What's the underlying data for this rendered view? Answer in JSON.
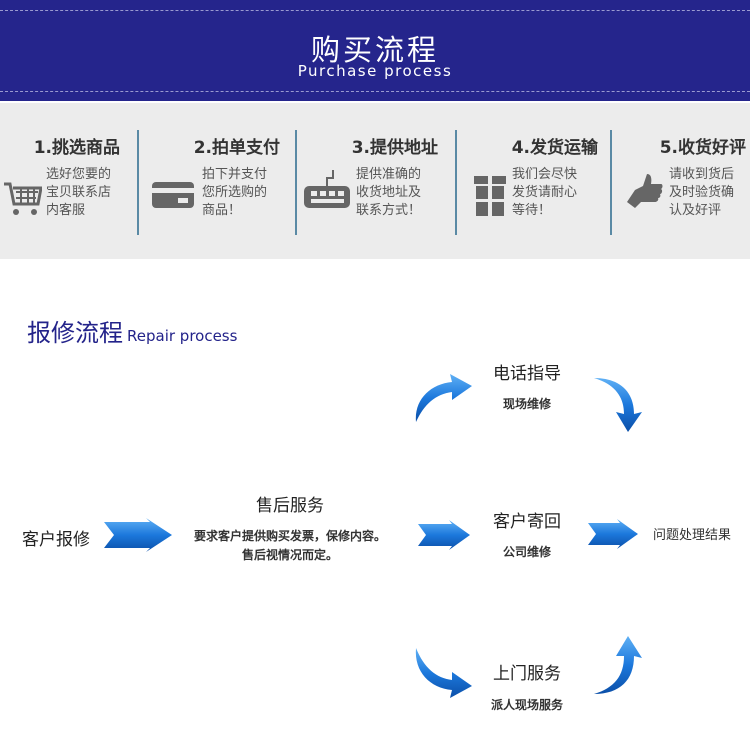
{
  "purchase": {
    "title": "购买流程",
    "subtitle": "Purchase process",
    "steps": [
      {
        "title": "1.挑选商品",
        "desc": [
          "选好您要的",
          "宝贝联系店",
          "内客服"
        ],
        "icon": "cart-icon"
      },
      {
        "title": "2.拍单支付",
        "desc": [
          "拍下并支付",
          "您所选购的",
          "商品！"
        ],
        "icon": "card-icon"
      },
      {
        "title": "3.提供地址",
        "desc": [
          "提供准确的",
          "收货地址及",
          "联系方式！"
        ],
        "icon": "keyboard-icon"
      },
      {
        "title": "4.发货运输",
        "desc": [
          "我们会尽快",
          "发货请耐心",
          "等待！"
        ],
        "icon": "gift-icon"
      },
      {
        "title": "5.收货好评",
        "desc": [
          "请收到货后",
          "及时验货确",
          "认及好评"
        ],
        "icon": "thumbs-up-icon"
      }
    ]
  },
  "repair": {
    "title": "报修流程",
    "subtitle": "Repair process",
    "start": "客户报修",
    "service": {
      "title": "售后服务",
      "desc": [
        "要求客户提供购买发票，保修内容。",
        "售后视情况而定。"
      ]
    },
    "phone": {
      "title": "电话指导",
      "sub": "现场维修"
    },
    "return": {
      "title": "客户寄回",
      "sub": "公司维修"
    },
    "onsite": {
      "title": "上门服务",
      "sub": "派人现场服务"
    },
    "result": "问题处理结果"
  },
  "colors": {
    "band": "#25258c",
    "arrow": "#1a6fd0"
  }
}
